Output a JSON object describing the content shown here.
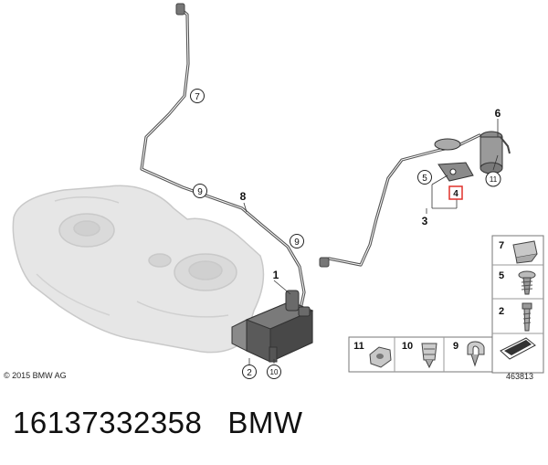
{
  "callouts": {
    "c1": "1",
    "c2": "2",
    "c3": "3",
    "c4": "4",
    "c5": "5",
    "c6": "6",
    "c7": "7",
    "c8": "8",
    "c9a": "9",
    "c9b": "9",
    "c10": "10",
    "c11": "11"
  },
  "legend": {
    "l7": "7",
    "l5": "5",
    "l2": "2",
    "l11": "11",
    "l10": "10",
    "l9": "9"
  },
  "colors": {
    "highlight": "#e0302a",
    "line": "#333333",
    "hose": "#555555"
  },
  "copyright": "© 2015 BMW AG",
  "diagram_ref": "463813",
  "caption": {
    "part_number": "16137332358",
    "brand": "BMW"
  }
}
